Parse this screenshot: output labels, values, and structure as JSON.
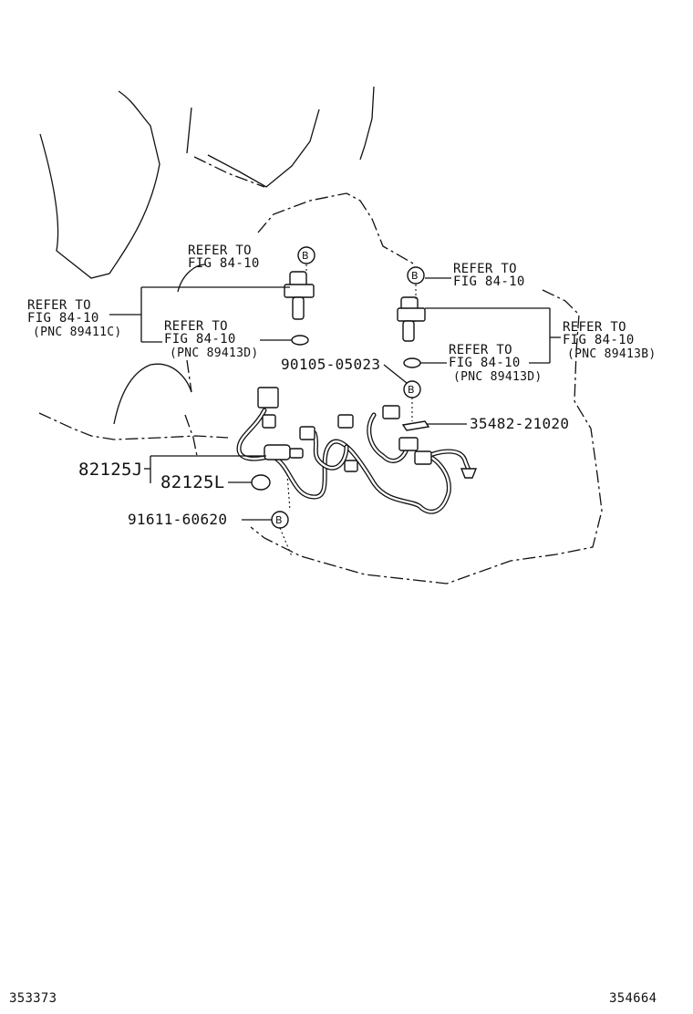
{
  "diagram": {
    "callout_symbol": "B",
    "labels": {
      "refer_top_left": [
        "REFER TO",
        "FIG 84-10"
      ],
      "refer_left": [
        "REFER TO",
        "FIG 84-10",
        "(PNC 89411C)"
      ],
      "refer_mid_left": [
        "REFER TO",
        "FIG 84-10",
        "(PNC 89413D)"
      ],
      "refer_top_right": [
        "REFER TO",
        "FIG 84-10"
      ],
      "refer_right": [
        "REFER TO",
        "FIG 84-10",
        "(PNC 89413B)"
      ],
      "refer_mid_right": [
        "REFER TO",
        "FIG 84-10",
        "(PNC 89413D)"
      ]
    },
    "part_numbers": {
      "bolt": "90105-05023",
      "clamp": "35482-21020",
      "harness_main": "82125J",
      "harness_sub": "82125L",
      "bolt_lower": "91611-60620"
    },
    "footer": {
      "left_code": "353373",
      "right_code": "354664"
    }
  }
}
